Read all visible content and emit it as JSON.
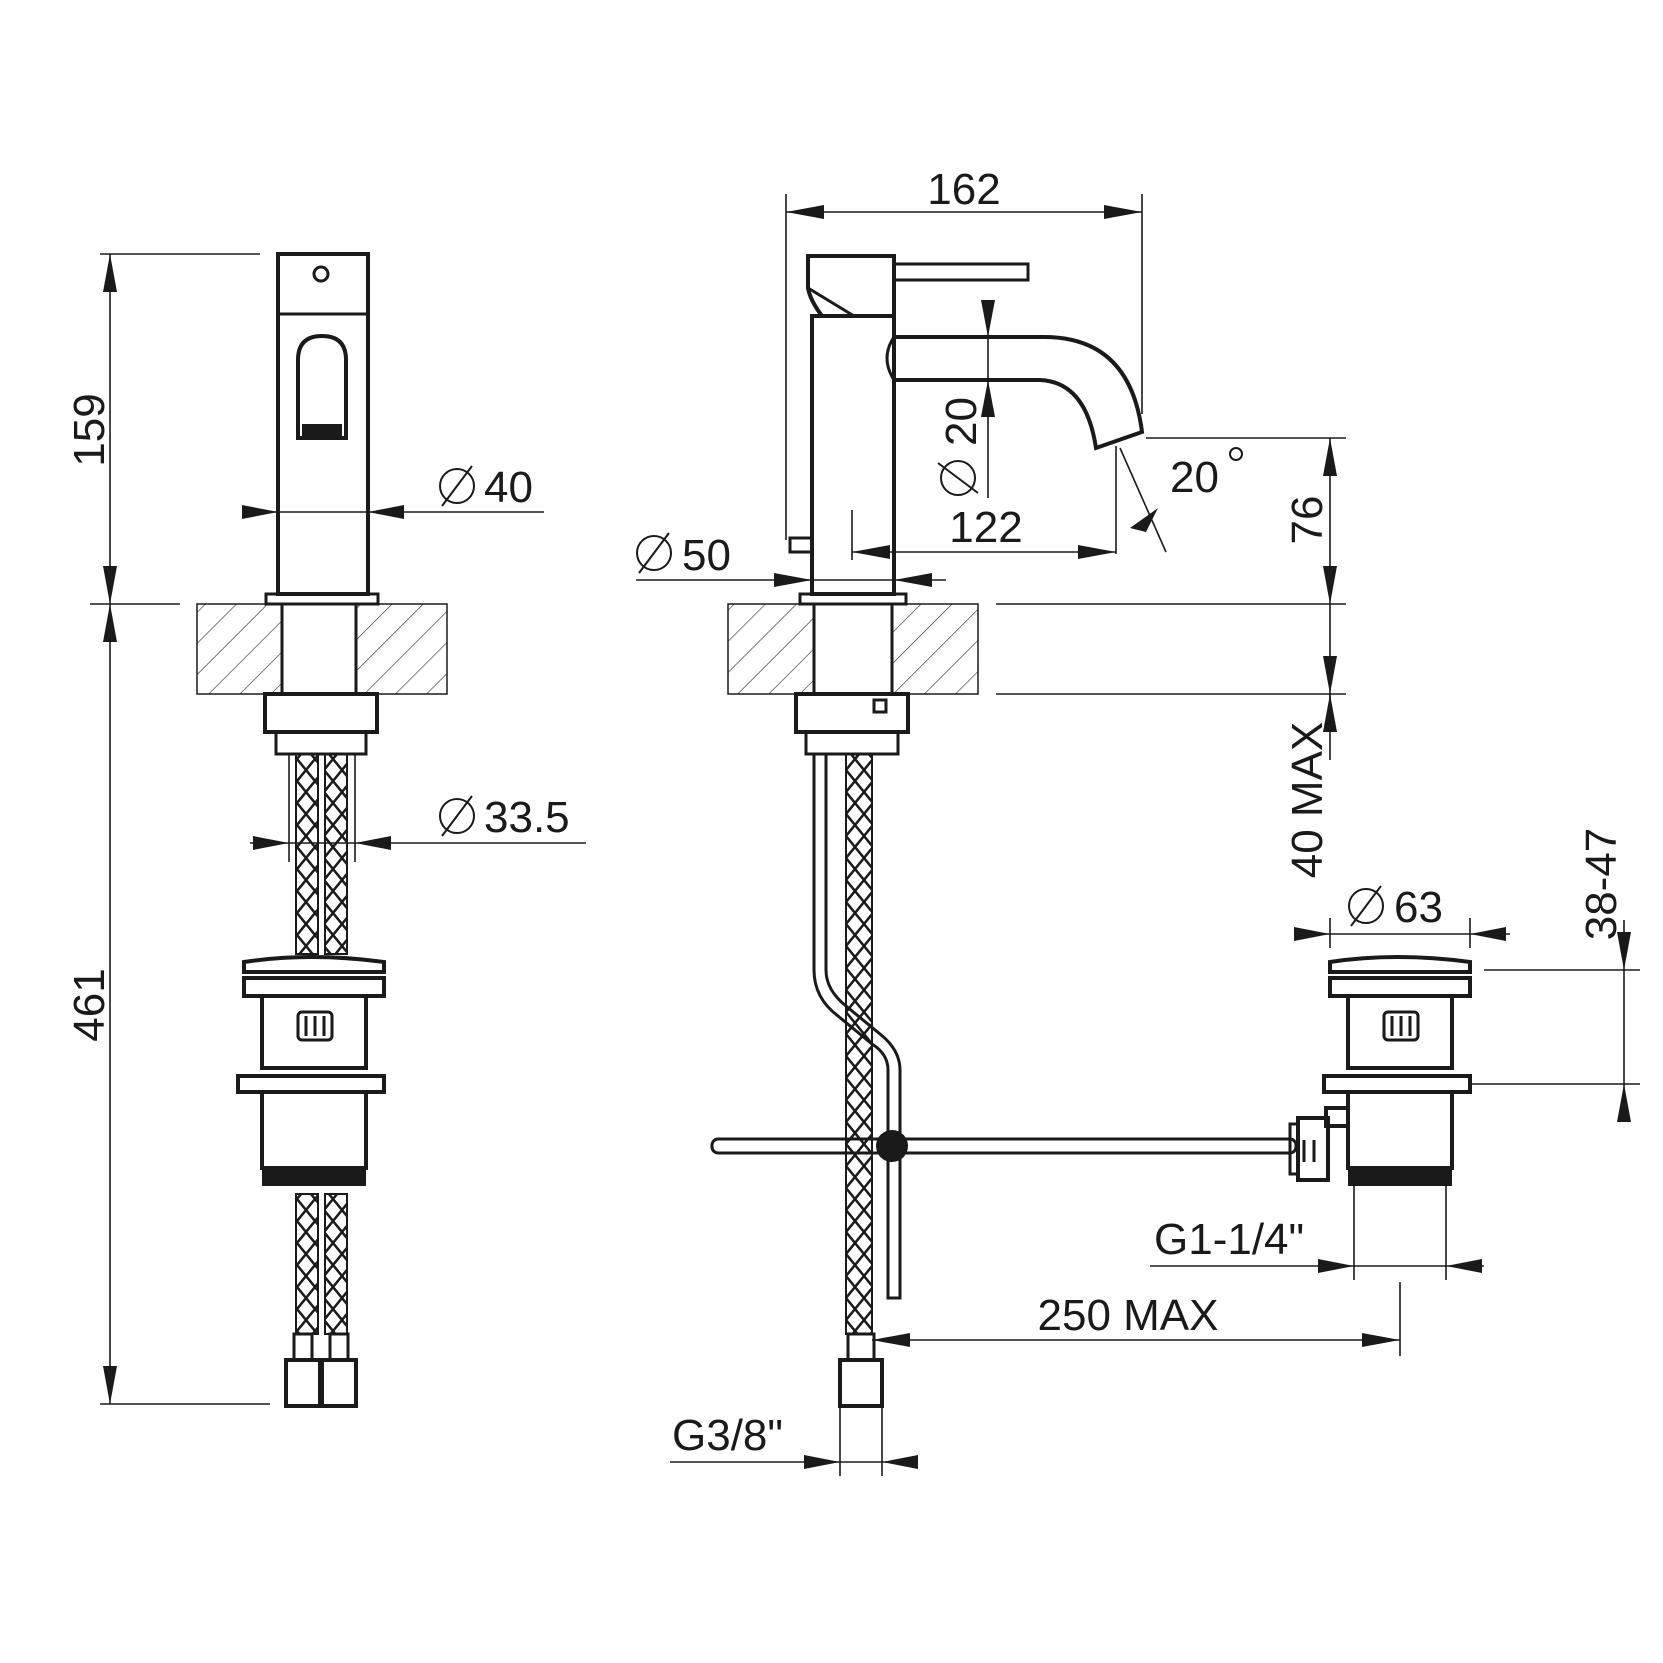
{
  "dimensions": {
    "d159": "159",
    "d461": "461",
    "d40": "40",
    "d33_5": "33.5",
    "d162": "162",
    "d20": "20",
    "d20deg": "20",
    "d122": "122",
    "d50": "50",
    "d76": "76",
    "d40max": "40 MAX",
    "d38_47": "38-47",
    "d63": "63",
    "g1": "G1-1/4\"",
    "d250max": "250 MAX",
    "g3": "G3/8\""
  }
}
